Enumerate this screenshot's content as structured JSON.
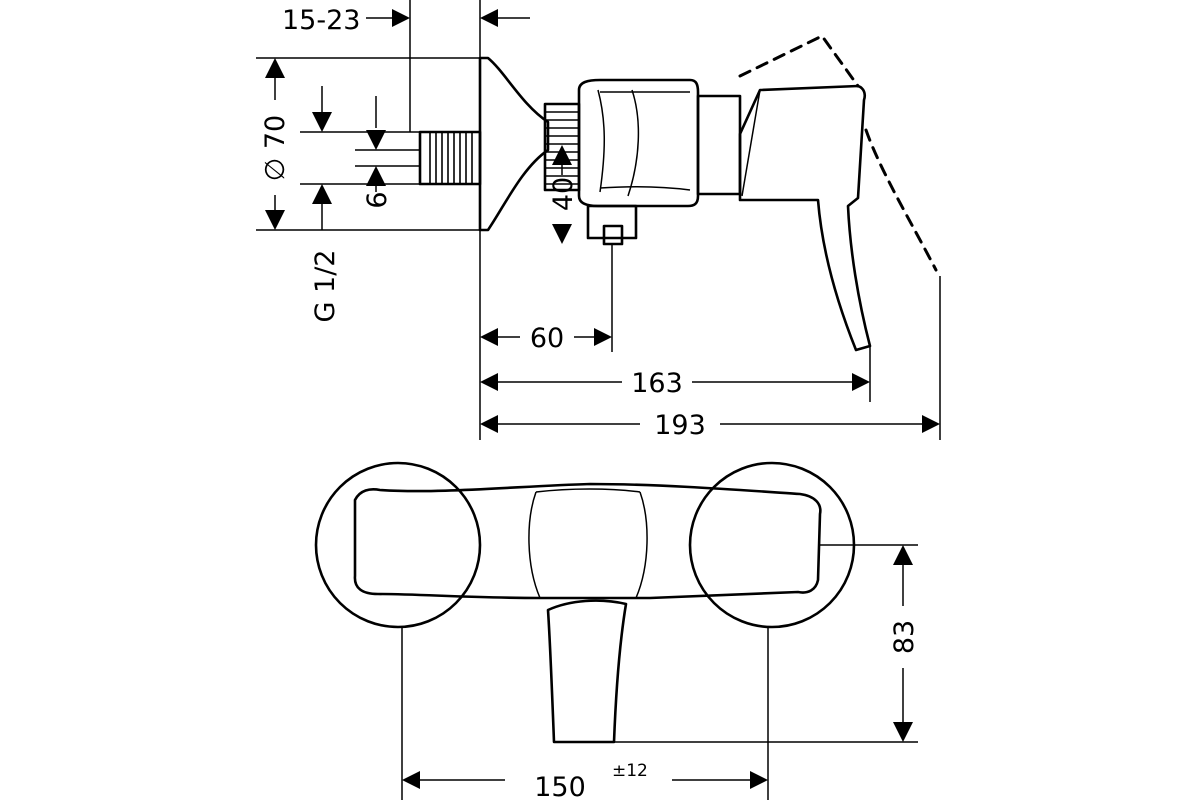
{
  "dimensions": {
    "inlet_depth": "15-23",
    "flange_diameter": "∅ 70",
    "thread_offset": "6",
    "thread_size": "G 1/2",
    "outlet_height": "40",
    "outlet_distance": "60",
    "lever_reach": "163",
    "overall_depth": "193",
    "front_height": "83",
    "center_distance": "150",
    "center_tolerance": "±12"
  }
}
